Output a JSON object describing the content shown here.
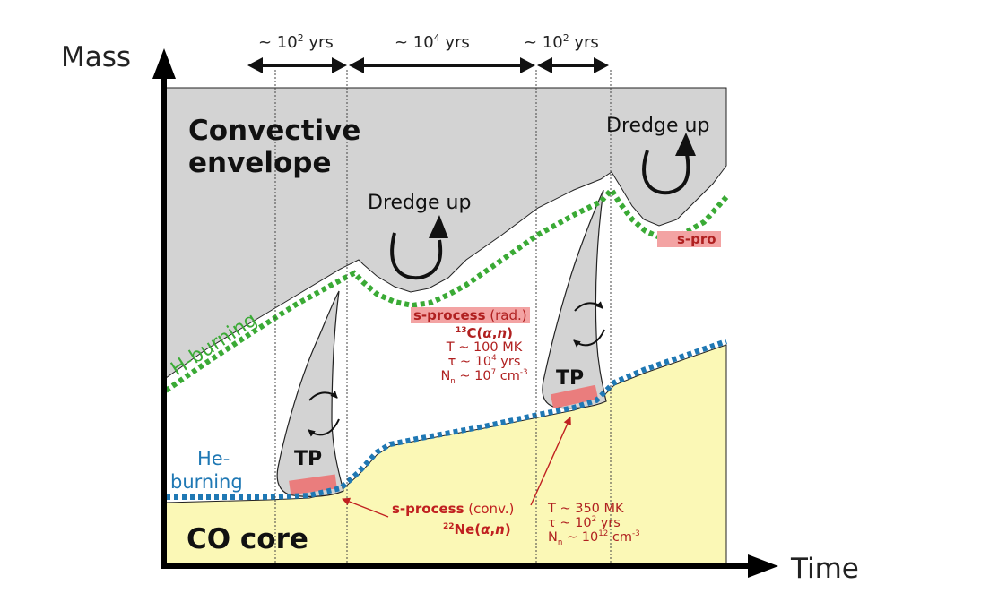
{
  "axes": {
    "y_label": "Mass",
    "x_label": "Time"
  },
  "durations": [
    {
      "prefix": "~ 10",
      "exp": "2",
      "suffix": " yrs"
    },
    {
      "prefix": "~ 10",
      "exp": "4",
      "suffix": " yrs"
    },
    {
      "prefix": "~ 10",
      "exp": "2",
      "suffix": " yrs"
    }
  ],
  "regions": {
    "envelope_line1": "Convective",
    "envelope_line2": "envelope",
    "core": "CO core"
  },
  "dredge_up": [
    "Dredge up",
    "Dredge up"
  ],
  "h_burning": "H-burning",
  "he_burning_line1": "He-",
  "he_burning_line2": "burning",
  "thermal_pulse": [
    "TP",
    "TP"
  ],
  "radiative": {
    "tag_bold": "s-process",
    "tag_rest": " (rad.)",
    "reaction_iso": "13",
    "reaction_el": "C(",
    "reaction_alpha": "α",
    "reaction_comma": ",",
    "reaction_n": "n",
    "reaction_close": ")",
    "temp": "T ~ 100 MK",
    "tau_pre": "τ ~ 10",
    "tau_exp": "4",
    "tau_post": " yrs",
    "nn_pre": "N",
    "nn_sub": "n",
    "nn_mid": " ~ 10",
    "nn_exp": "7",
    "nn_unit": " cm",
    "nn_unit_exp": "-3"
  },
  "convective": {
    "tag_bold": "s-process",
    "tag_rest": " (conv.)",
    "reaction_iso": "22",
    "reaction_el": "Ne(",
    "reaction_alpha": "α",
    "reaction_comma": ",",
    "reaction_n": "n",
    "reaction_close": ")",
    "temp": "T ~ 350 MK",
    "tau_pre": "τ ~ 10",
    "tau_exp": "2",
    "tau_post": " yrs",
    "nn_pre": "N",
    "nn_sub": "n",
    "nn_mid": " ~ 10",
    "nn_exp": "12",
    "nn_unit": " cm",
    "nn_unit_exp": "-3"
  },
  "truncated_tag": "s-pro",
  "colors": {
    "envelope_fill": "#d3d3d3",
    "core_fill": "#fbf8b6",
    "h_burning": "#3aaa35",
    "he_burning": "#1f78b4",
    "s_process_tag": "#f3a3a3",
    "annotation_red": "#b02020"
  }
}
